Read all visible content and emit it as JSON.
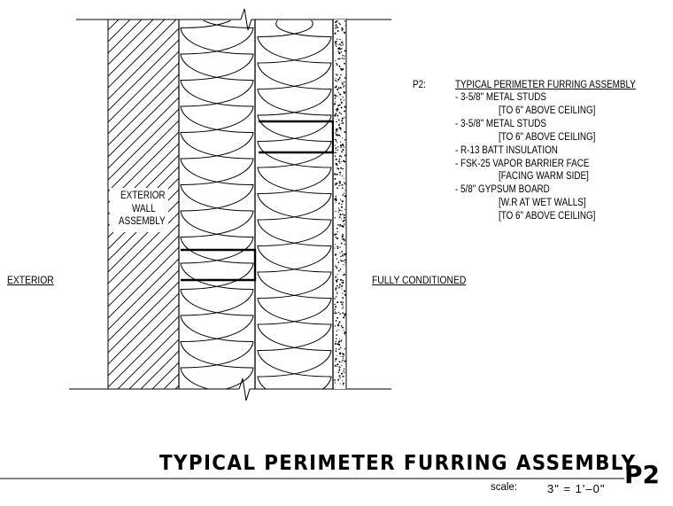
{
  "labels": {
    "exterior": "EXTERIOR",
    "fully_conditioned": "FULLY CONDITIONED",
    "exterior_wall_assembly": [
      "EXTERIOR",
      "WALL",
      "ASSEMBLY"
    ]
  },
  "notes": {
    "tag": "P2:",
    "title": "TYPICAL PERIMETER FURRING ASSEMBLY",
    "lines": [
      "- 3-5/8\" METAL STUDS",
      "[TO 6\" ABOVE CEILING]",
      "- 3-5/8\" METAL STUDS",
      "[TO 6\" ABOVE CEILING]",
      "- R-13  BATT INSULATION",
      "- FSK-25 VAPOR BARRIER FACE",
      "[FACING WARM SIDE]",
      "- 5/8\" GYPSUM BOARD",
      "[W.R AT WET WALLS]",
      "[TO 6\" ABOVE CEILING]"
    ]
  },
  "title_block": {
    "title": "TYPICAL PERIMETER FURRING ASSEMBLY",
    "scale_label": "scale:",
    "scale_value": "3\"  =  1'–0\"",
    "detail_tag": "P2"
  }
}
